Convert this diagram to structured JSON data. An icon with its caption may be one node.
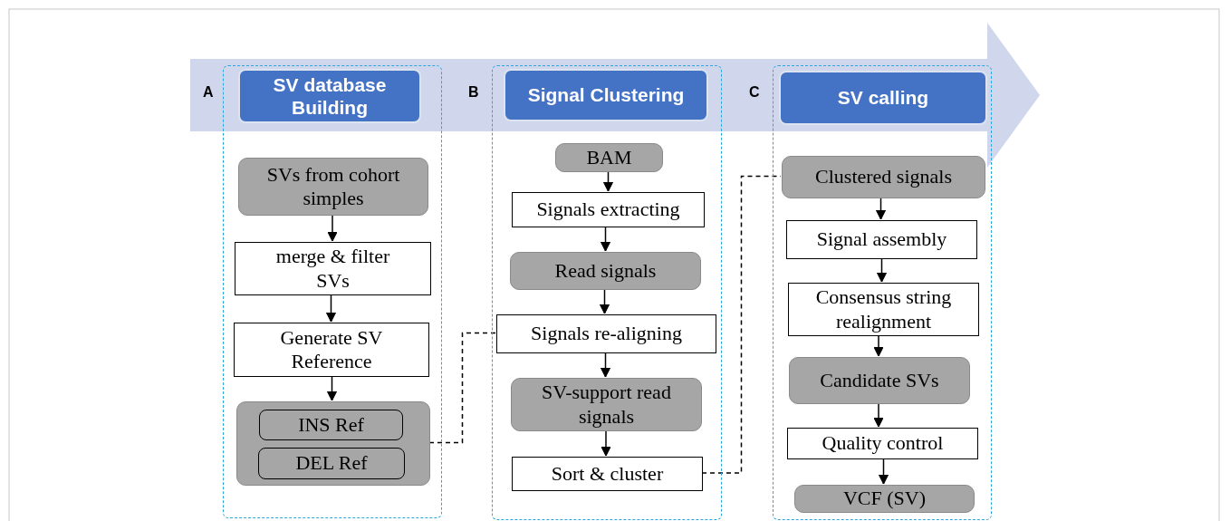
{
  "diagram": {
    "nodes": [
      {
        "text": [],
        "shape": "box"
      },
      {
        "text": [
          "SV database Building"
        ],
        "in": 0
      },
      {
        "text": [
          "SVs from cohort simples"
        ],
        "in": 0
      },
      {
        "text": [
          "merge & filter SVs"
        ],
        "in": 0
      },
      {
        "text": [
          "Generate SV Reference"
        ],
        "in": 0
      },
      {
        "text": [],
        "shape": "box",
        "in": 0
      },
      {
        "text": [
          "INS Ref"
        ],
        "in": 5
      },
      {
        "text": [
          "DEL Ref"
        ],
        "in": 5
      },
      {
        "text": [],
        "shape": "box"
      },
      {
        "text": [
          "Signal Clustering"
        ],
        "in": 8
      },
      {
        "text": [
          "BAM"
        ],
        "in": 8
      },
      {
        "text": [
          "Signals extracting"
        ],
        "in": 8
      },
      {
        "text": [
          "Read signals"
        ],
        "in": 8
      },
      {
        "text": [
          "Signals re-aligning"
        ],
        "in": 8
      },
      {
        "text": [
          "SV-support read signals"
        ],
        "in": 8
      },
      {
        "text": [
          "Sort & cluster"
        ],
        "in": 8
      },
      {
        "text": [],
        "shape": "box"
      },
      {
        "text": [
          "SV calling"
        ],
        "in": 16
      },
      {
        "text": [
          "Clustered signals"
        ],
        "in": 16
      },
      {
        "text": [
          "Signal assembly"
        ],
        "in": 16
      },
      {
        "text": [
          "Consensus string realignment"
        ],
        "in": 16
      },
      {
        "text": [
          "Candidate SVs"
        ],
        "in": 16
      },
      {
        "text": [
          "Quality control"
        ],
        "in": 16
      },
      {
        "text": [
          "VCF (SV)"
        ],
        "in": 16
      }
    ],
    "edges": [
      {
        "from": 2,
        "to": 3,
        "arrow": "to"
      },
      {
        "from": 3,
        "to": 4,
        "arrow": "to"
      },
      {
        "from": 4,
        "to": 5,
        "arrow": "to"
      },
      {
        "from": 10,
        "to": 11,
        "arrow": "to"
      },
      {
        "from": 11,
        "to": 12,
        "arrow": "to"
      },
      {
        "from": 12,
        "to": 13,
        "arrow": "to"
      },
      {
        "from": 13,
        "to": 14,
        "arrow": "to"
      },
      {
        "from": 14,
        "to": 15,
        "arrow": "to"
      },
      {
        "from": 18,
        "to": 19,
        "arrow": "to"
      },
      {
        "from": 19,
        "to": 20,
        "arrow": "to"
      },
      {
        "from": 20,
        "to": 21,
        "arrow": "to"
      },
      {
        "from": 21,
        "to": 22,
        "arrow": "to"
      },
      {
        "from": 22,
        "to": 23,
        "arrow": "to"
      },
      {
        "from": 5,
        "to": 13,
        "arrow": "none",
        "style": "dashed"
      },
      {
        "from": 15,
        "to": 18,
        "arrow": "none",
        "style": "dashed"
      }
    ],
    "labels": [
      "A",
      "B",
      "C"
    ]
  }
}
